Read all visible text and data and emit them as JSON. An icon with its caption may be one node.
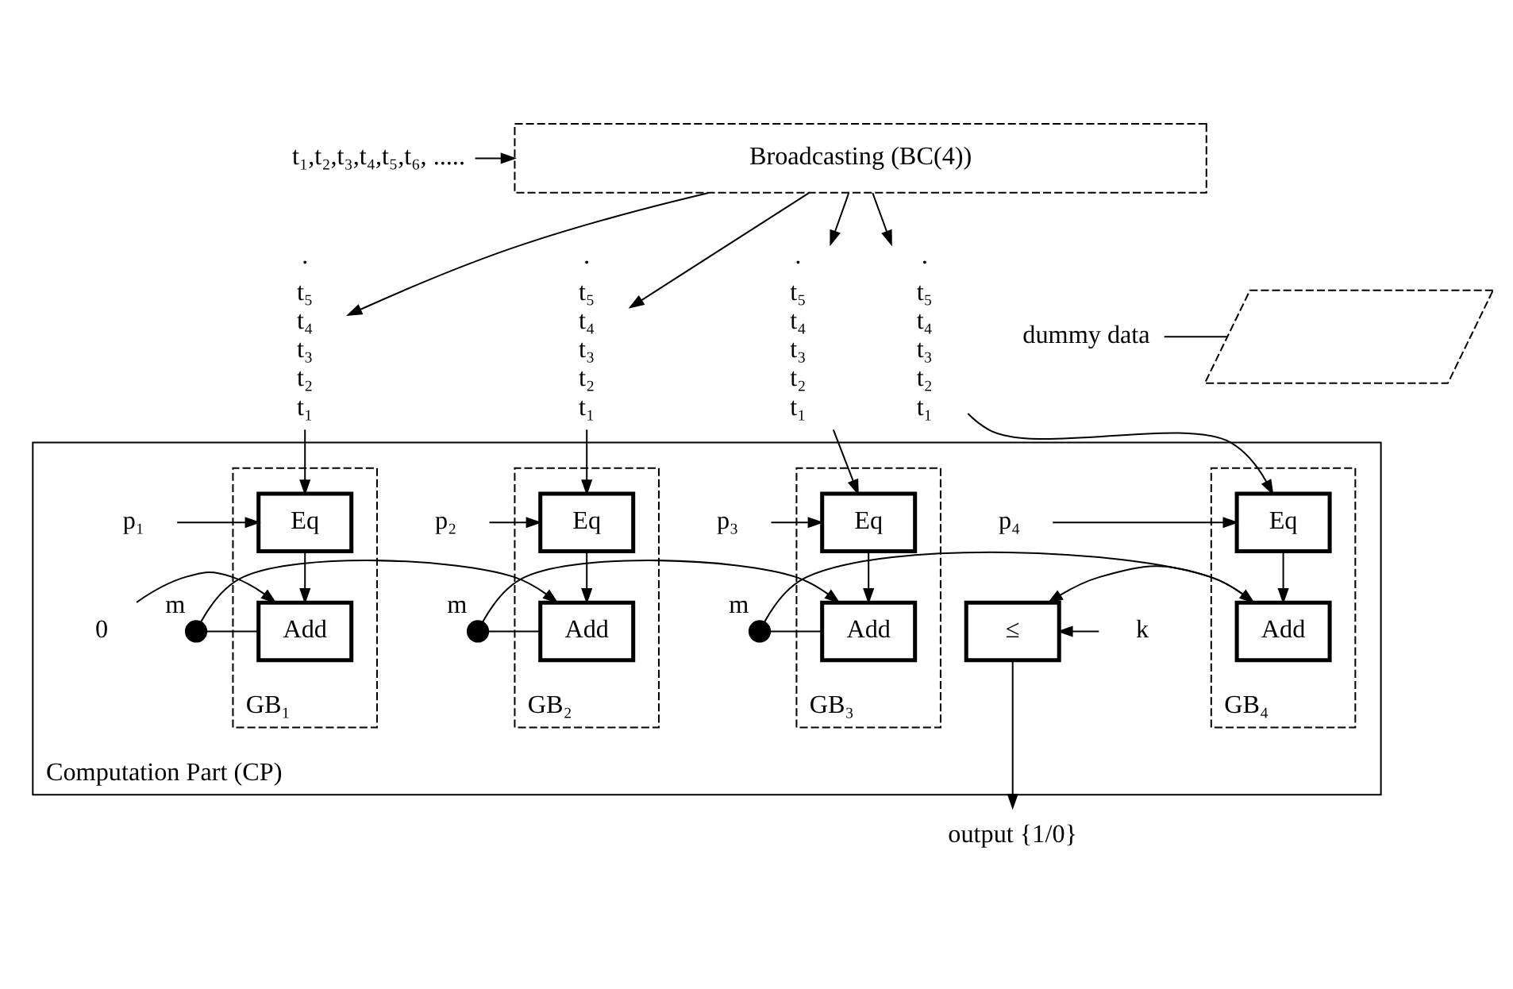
{
  "diagram": {
    "nodes": [
      {
        "text": [
          "Broadcasting (BC(4))"
        ]
      },
      {
        "text": [
          "t₁,t₂,t₃,t₄,t₅,t₆, ....."
        ]
      },
      {
        "text": [
          "·",
          "t₅",
          "t₄",
          "t₃",
          "t₂",
          "t₁"
        ]
      },
      {
        "text": [
          "·",
          "t₅",
          "t₄",
          "t₃",
          "t₂",
          "t₁"
        ]
      },
      {
        "text": [
          "·",
          "t₅",
          "t₄",
          "t₃",
          "t₂",
          "t₁"
        ]
      },
      {
        "text": [
          "·",
          "t₅",
          "t₄",
          "t₃",
          "t₂",
          "t₁"
        ]
      },
      {
        "text": [
          "dummy data"
        ]
      },
      {
        "text": [],
        "shape": "polygon"
      },
      {
        "text": [
          "Computation Part (CP)"
        ]
      },
      {
        "text": [
          "GB₁"
        ],
        "in": 8
      },
      {
        "text": [
          "Eq"
        ],
        "in": 9
      },
      {
        "text": [
          "Add"
        ],
        "in": 9
      },
      {
        "text": [
          "GB₂"
        ],
        "in": 8
      },
      {
        "text": [
          "Eq"
        ],
        "in": 12
      },
      {
        "text": [
          "Add"
        ],
        "in": 12
      },
      {
        "text": [
          "GB₃"
        ],
        "in": 8
      },
      {
        "text": [
          "Eq"
        ],
        "in": 15
      },
      {
        "text": [
          "Add"
        ],
        "in": 15
      },
      {
        "text": [
          "GB₄"
        ],
        "in": 8
      },
      {
        "text": [
          "Eq"
        ],
        "in": 18
      },
      {
        "text": [
          "Add"
        ],
        "in": 18
      },
      {
        "text": [
          "p₁"
        ],
        "in": 8
      },
      {
        "text": [
          "p₂"
        ],
        "in": 8
      },
      {
        "text": [
          "p₃"
        ],
        "in": 8
      },
      {
        "text": [
          "p₄"
        ],
        "in": 8
      },
      {
        "text": [
          "0"
        ],
        "in": 8
      },
      {
        "text": [],
        "shape": "circle",
        "beside": [
          "m"
        ],
        "in": 8
      },
      {
        "text": [],
        "shape": "circle",
        "beside": [
          "m"
        ],
        "in": 8
      },
      {
        "text": [],
        "shape": "circle",
        "beside": [
          "m"
        ],
        "in": 8
      },
      {
        "text": [
          "≤"
        ],
        "in": 8
      },
      {
        "text": [
          "k"
        ],
        "in": 8
      },
      {
        "text": [
          "output {1/0}"
        ]
      }
    ],
    "edges": [
      {
        "from": 1,
        "to": 0,
        "arrow": "to"
      },
      {
        "from": 0,
        "to": 2,
        "arrow": "to"
      },
      {
        "from": 0,
        "to": 3,
        "arrow": "to"
      },
      {
        "from": 0,
        "to": 4,
        "arrow": "to"
      },
      {
        "from": 0,
        "to": 5,
        "arrow": "to"
      },
      {
        "from": 2,
        "to": 10,
        "arrow": "to"
      },
      {
        "from": 3,
        "to": 13,
        "arrow": "to"
      },
      {
        "from": 4,
        "to": 16,
        "arrow": "to"
      },
      {
        "from": 5,
        "to": 19,
        "arrow": "to"
      },
      {
        "from": 6,
        "to": 7,
        "arrow": "none"
      },
      {
        "from": 10,
        "to": 11,
        "arrow": "to"
      },
      {
        "from": 13,
        "to": 14,
        "arrow": "to"
      },
      {
        "from": 16,
        "to": 17,
        "arrow": "to"
      },
      {
        "from": 19,
        "to": 20,
        "arrow": "to"
      },
      {
        "from": 21,
        "to": 10,
        "arrow": "to"
      },
      {
        "from": 22,
        "to": 13,
        "arrow": "to"
      },
      {
        "from": 23,
        "to": 16,
        "arrow": "to"
      },
      {
        "from": 24,
        "to": 19,
        "arrow": "to"
      },
      {
        "from": 25,
        "to": 11,
        "arrow": "to"
      },
      {
        "from": 11,
        "to": 26,
        "arrow": "none"
      },
      {
        "from": 26,
        "to": 14,
        "arrow": "to"
      },
      {
        "from": 14,
        "to": 27,
        "arrow": "none"
      },
      {
        "from": 27,
        "to": 17,
        "arrow": "to"
      },
      {
        "from": 17,
        "to": 28,
        "arrow": "none"
      },
      {
        "from": 28,
        "to": 20,
        "arrow": "to"
      },
      {
        "from": 20,
        "to": 29,
        "arrow": "to"
      },
      {
        "from": 30,
        "to": 29,
        "arrow": "to"
      },
      {
        "from": 29,
        "to": 31,
        "arrow": "to"
      }
    ]
  }
}
